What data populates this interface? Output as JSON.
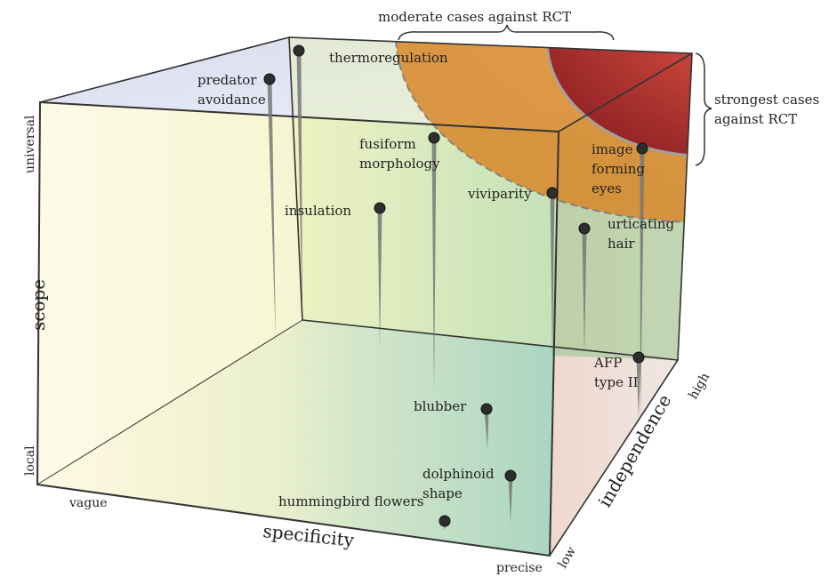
{
  "annotations": {
    "moderate": "moderate cases against RCT",
    "strongest": [
      "strongest cases",
      "against RCT"
    ]
  },
  "axes": {
    "scope": {
      "label": "scope",
      "low": "local",
      "high": "universal"
    },
    "specificity": {
      "label": "specificity",
      "low": "vague",
      "high": "precise"
    },
    "independence": {
      "label": "independence",
      "low": "low",
      "high": "high"
    }
  },
  "points": [
    {
      "id": "thermoregulation",
      "lines": [
        "thermoregulation"
      ]
    },
    {
      "id": "predator-avoidance",
      "lines": [
        "predator",
        "avoidance"
      ]
    },
    {
      "id": "fusiform-morphology",
      "lines": [
        "fusiform",
        "morphology"
      ]
    },
    {
      "id": "insulation",
      "lines": [
        "insulation"
      ]
    },
    {
      "id": "viviparity",
      "lines": [
        "viviparity"
      ]
    },
    {
      "id": "image-forming-eyes",
      "lines": [
        "image",
        "forming",
        "eyes"
      ]
    },
    {
      "id": "urticating-hair",
      "lines": [
        "urticating",
        "hair"
      ]
    },
    {
      "id": "afp-type-ii",
      "lines": [
        "AFP",
        "type II"
      ]
    },
    {
      "id": "blubber",
      "lines": [
        "blubber"
      ]
    },
    {
      "id": "dolphinoid-shape",
      "lines": [
        "dolphinoid",
        "shape"
      ]
    },
    {
      "id": "hummingbird-flowers",
      "lines": [
        "hummingbird flowers"
      ]
    }
  ],
  "colors": {
    "sphere_outer": "#e79a3a",
    "sphere_inner": "#b3262a",
    "right_face": "#f6c9b8"
  }
}
